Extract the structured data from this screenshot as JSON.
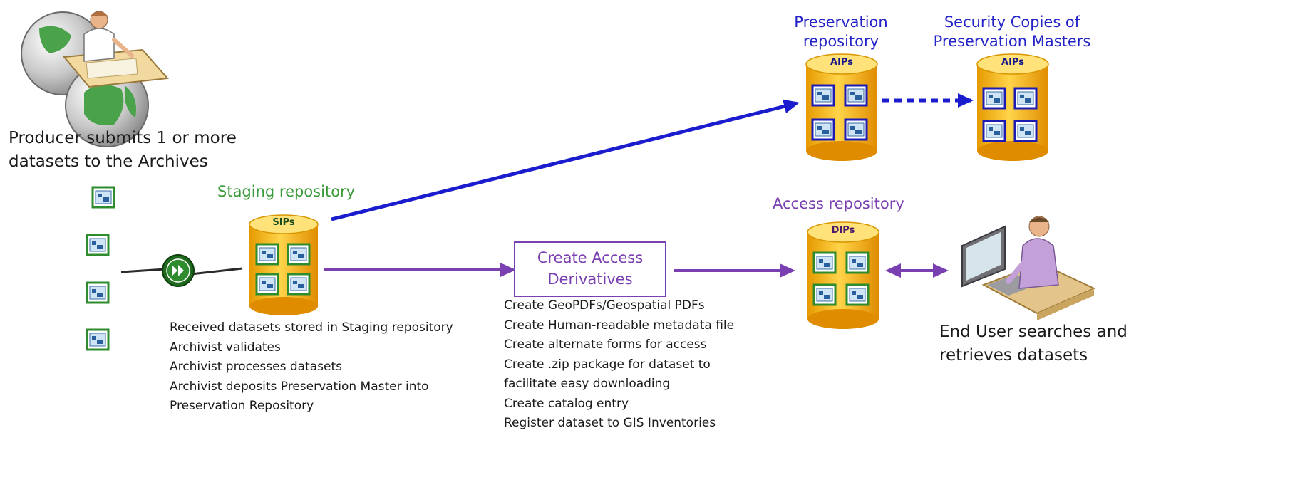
{
  "producer": {
    "caption_lines": [
      "Producer submits 1 or more",
      "datasets to the Archives"
    ]
  },
  "staging": {
    "title": "Staging repository",
    "cylinder_label": "SIPs",
    "steps": [
      "Received datasets stored in Staging repository",
      "Archivist validates",
      "Archivist processes datasets",
      "Archivist deposits Preservation Master into",
      "Preservation Repository"
    ]
  },
  "preservation": {
    "title_lines": [
      "Preservation",
      "repository"
    ],
    "cylinder_label": "AIPs"
  },
  "security": {
    "title_lines": [
      "Security Copies of",
      "Preservation Masters"
    ],
    "cylinder_label": "AIPs"
  },
  "access_box": {
    "title_lines": [
      "Create Access",
      "Derivatives"
    ],
    "steps": [
      "Create GeoPDFs/Geospatial PDFs",
      "Create Human-readable metadata file",
      "Create alternate forms for access",
      "Create .zip package for dataset to",
      "facilitate easy downloading",
      "Create catalog entry",
      "Register dataset to GIS Inventories"
    ]
  },
  "access": {
    "title": "Access repository",
    "cylinder_label": "DIPs"
  },
  "end_user": {
    "caption_lines": [
      "End User searches and",
      "retrieves datasets"
    ]
  },
  "colors": {
    "blue": "#1c1ccf",
    "purple": "#7a3fb0",
    "green": "#3a9a3a",
    "cylinder": "#f5b400"
  }
}
